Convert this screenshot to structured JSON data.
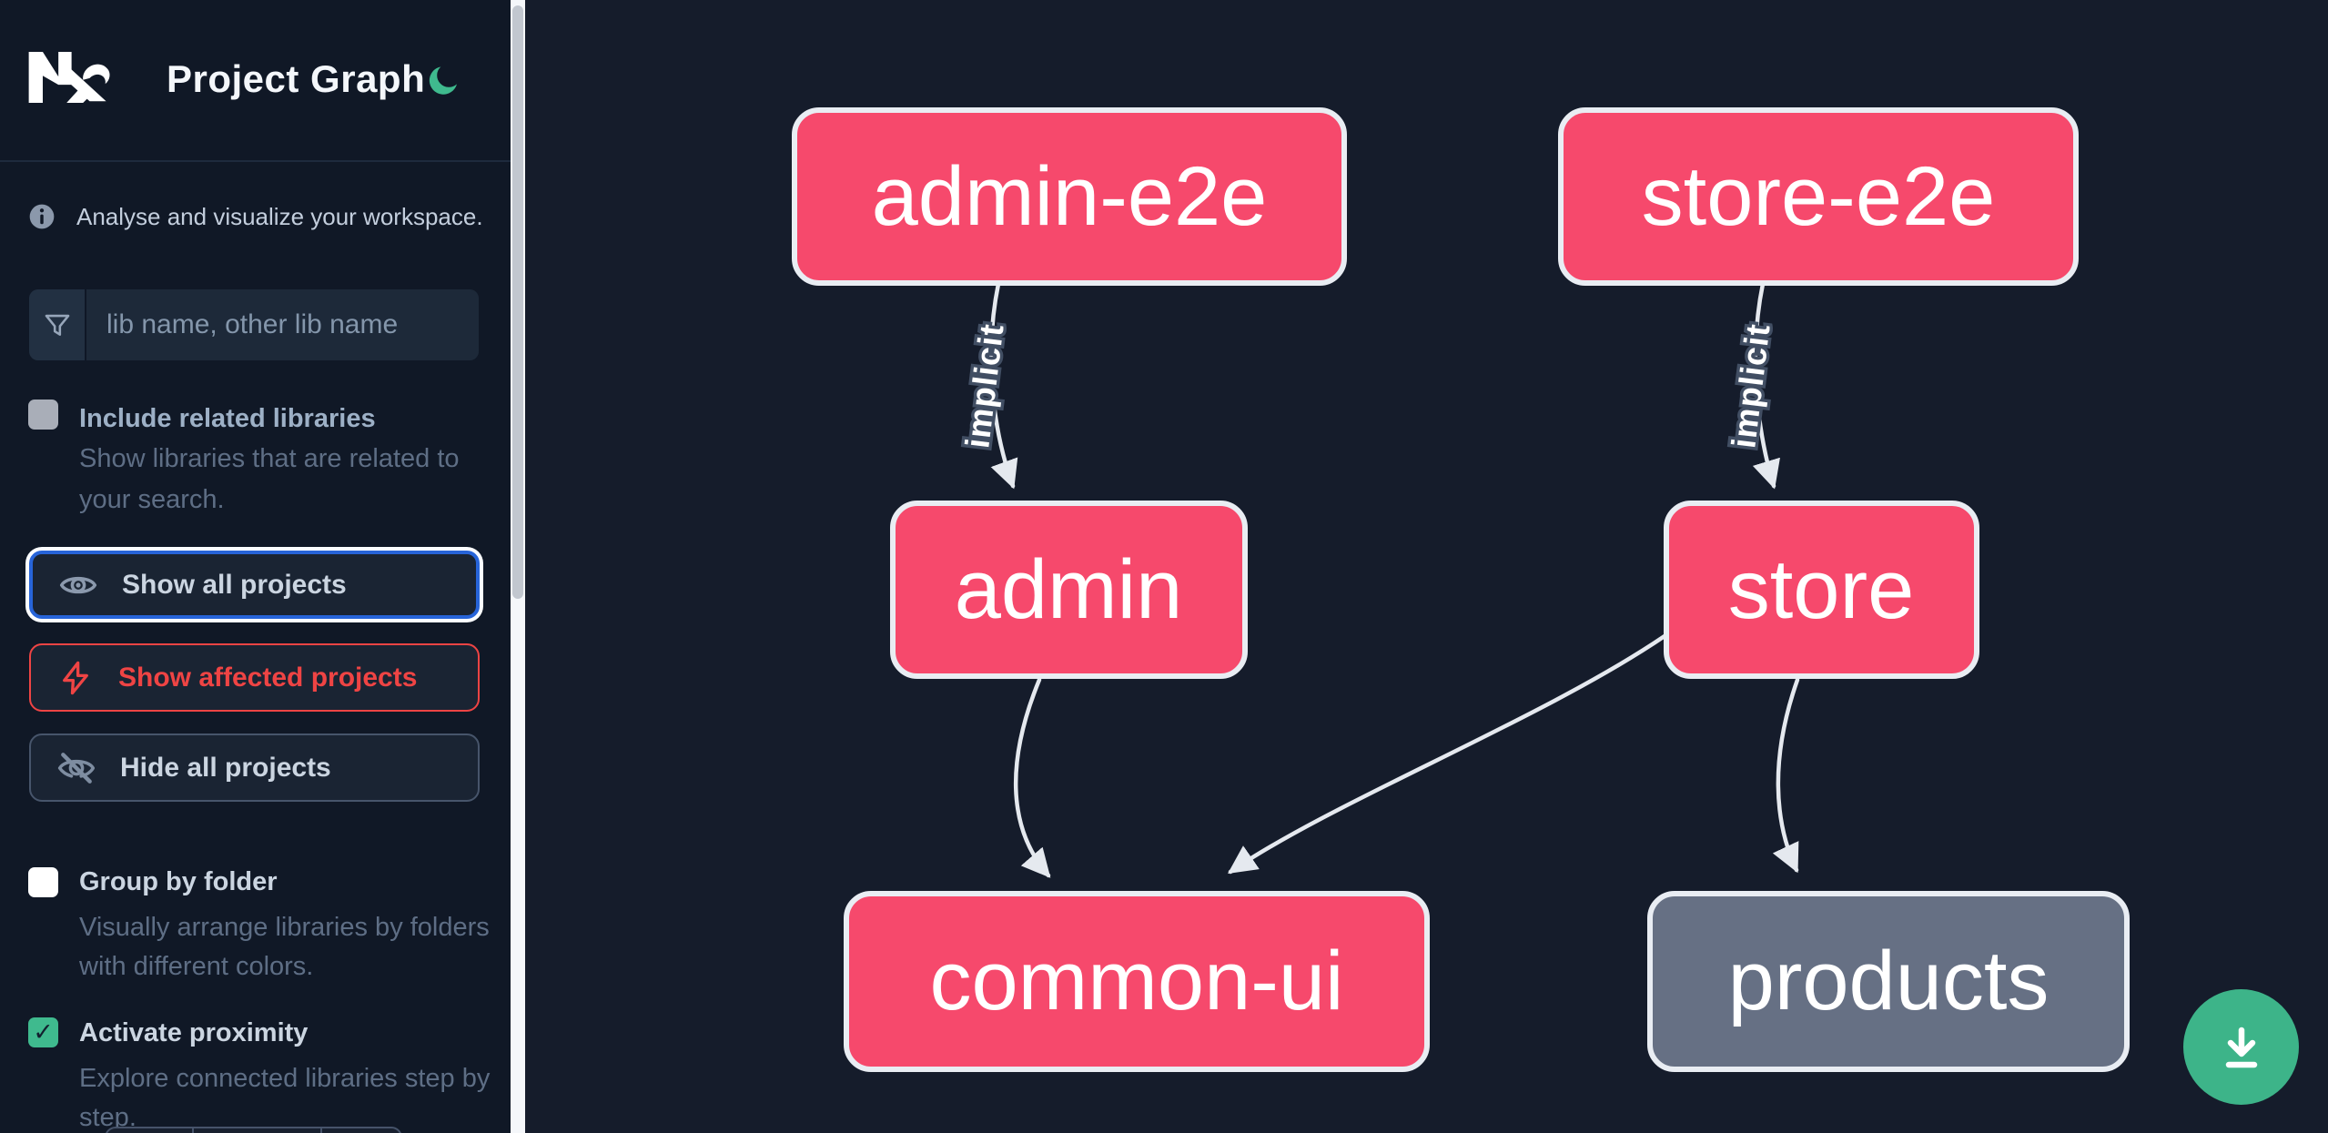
{
  "app": {
    "title": "Project Graph"
  },
  "sidebar": {
    "info_text": "Analyse and visualize your workspace.",
    "search": {
      "placeholder": "lib name, other lib name",
      "value": ""
    },
    "checkboxes": {
      "include_related": {
        "label": "Include related libraries",
        "description": "Show libraries that are related to your search.",
        "checked": false
      },
      "group_by_folder": {
        "label": "Group by folder",
        "description": "Visually arrange libraries by folders with different colors.",
        "checked": false
      },
      "activate_proximity": {
        "label": "Activate proximity",
        "description": "Explore connected libraries step by step.",
        "checked": true,
        "glyph": "✓"
      }
    },
    "buttons": {
      "show_all": "Show all projects",
      "show_affected": "Show affected projects",
      "hide_all": "Hide all projects"
    }
  },
  "graph": {
    "nodes": [
      {
        "id": "admin-e2e",
        "affected": true
      },
      {
        "id": "store-e2e",
        "affected": true
      },
      {
        "id": "admin",
        "affected": true
      },
      {
        "id": "store",
        "affected": true
      },
      {
        "id": "common-ui",
        "affected": true
      },
      {
        "id": "products",
        "affected": false
      }
    ],
    "edges": [
      {
        "source": "admin-e2e",
        "target": "admin",
        "label": "implicit"
      },
      {
        "source": "store-e2e",
        "target": "store",
        "label": "implicit"
      },
      {
        "source": "admin",
        "target": "common-ui",
        "label": ""
      },
      {
        "source": "store",
        "target": "common-ui",
        "label": ""
      },
      {
        "source": "store",
        "target": "products",
        "label": ""
      }
    ],
    "colors": {
      "affected_node": "#f6496c",
      "unaffected_node": "#667084",
      "node_border": "#e9edf3",
      "edge": "#e5e9ef",
      "accent_green": "#3fba8e",
      "focus_blue": "#2764d9",
      "alert_red": "#ef4444",
      "canvas_bg": "#151c2b",
      "sidebar_bg": "#101826"
    }
  }
}
